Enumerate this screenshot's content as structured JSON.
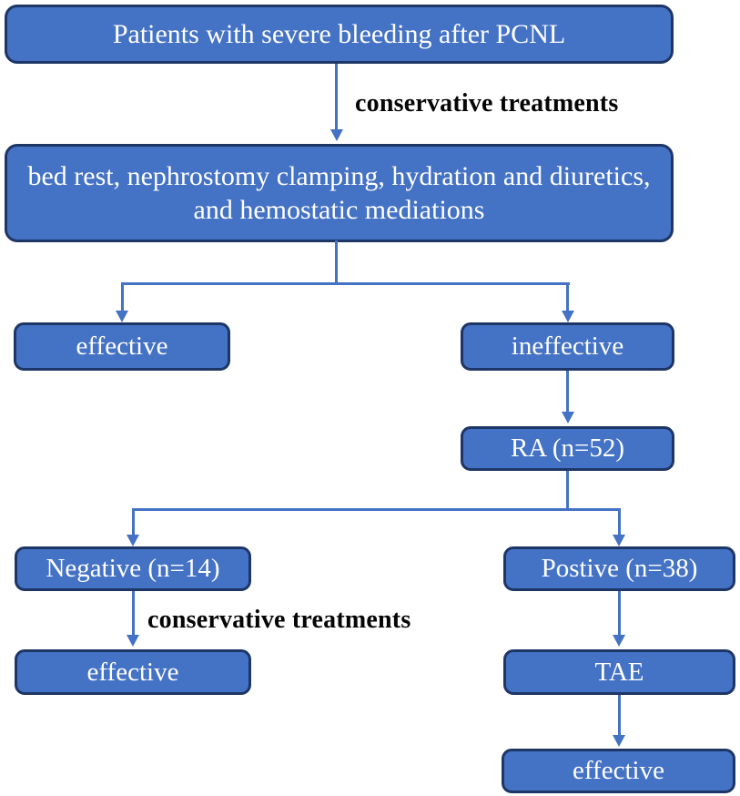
{
  "title": "PCNL severe bleeding management flowchart",
  "colors": {
    "box_fill": "#4472C4",
    "box_border": "#1E3666",
    "connector": "#4472C4",
    "box_text": "#FFFFFF",
    "label_text": "#050505",
    "background": "#FFFFFF"
  },
  "nodes": {
    "patients": {
      "label": "Patients with severe bleeding after PCNL"
    },
    "bedrest": {
      "label": "bed rest, nephrostomy clamping, hydration and diuretics, and hemostatic mediations"
    },
    "effective1": {
      "label": "effective"
    },
    "ineffective": {
      "label": "ineffective"
    },
    "ra": {
      "label": "RA (n=52)"
    },
    "negative": {
      "label": "Negative (n=14)"
    },
    "postive": {
      "label": "Postive (n=38)"
    },
    "effective2": {
      "label": "effective"
    },
    "tae": {
      "label": "TAE"
    },
    "effective3": {
      "label": "effective"
    }
  },
  "edge_labels": {
    "conservative1": "conservative treatments",
    "conservative2": "conservative treatments"
  }
}
